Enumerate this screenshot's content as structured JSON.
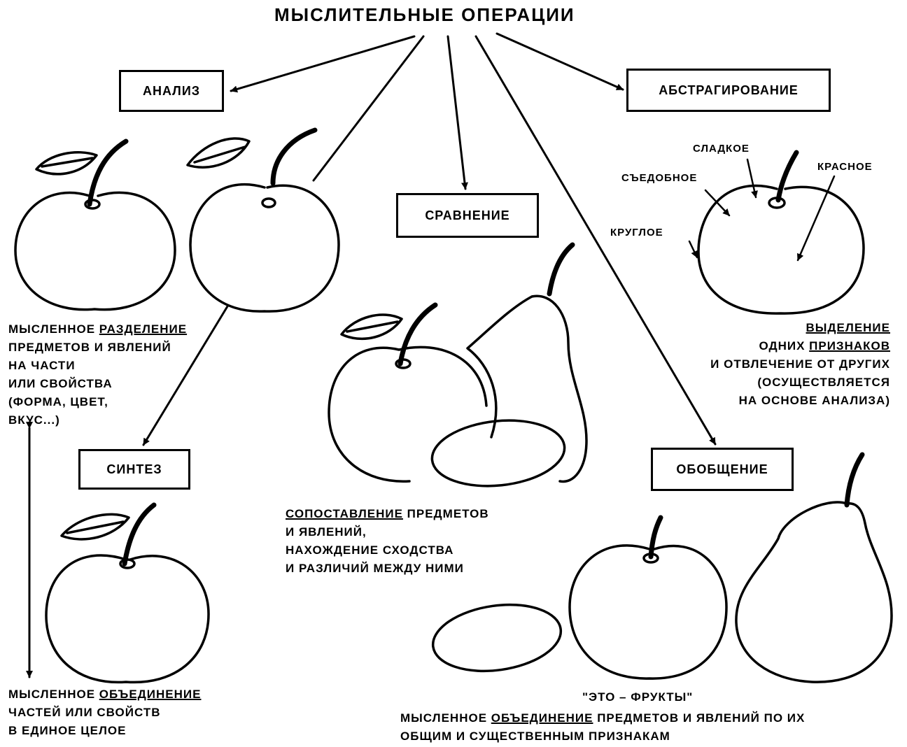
{
  "title": "МЫСЛИТЕЛЬНЫЕ ОПЕРАЦИИ",
  "operations": {
    "analysis": "АНАЛИЗ",
    "synthesis": "СИНТЕЗ",
    "comparison": "СРАВНЕНИЕ",
    "abstraction": "АБСТРАГИРОВАНИЕ",
    "generalization": "ОБОБЩЕНИЕ"
  },
  "analysis_desc": {
    "l1_a": "МЫСЛЕННОЕ ",
    "l1_b": "РАЗДЕЛЕНИЕ",
    "l2": "ПРЕДМЕТОВ И ЯВЛЕНИЙ",
    "l3": "НА ЧАСТИ",
    "l4": "ИЛИ СВОЙСТВА",
    "l5": "(ФОРМА, ЦВЕТ,",
    "l6": "ВКУС...)"
  },
  "synthesis_desc": {
    "l1_a": "МЫСЛЕННОЕ ",
    "l1_b": "ОБЪЕДИНЕНИЕ",
    "l2": "ЧАСТЕЙ ИЛИ СВОЙСТВ",
    "l3": "В ЕДИНОЕ ЦЕЛОЕ"
  },
  "comparison_desc": {
    "l1_a": "СОПОСТАВЛЕНИЕ",
    "l1_b": " ПРЕДМЕТОВ",
    "l2": "И ЯВЛЕНИЙ,",
    "l3": "НАХОЖДЕНИЕ СХОДСТВА",
    "l4": "И РАЗЛИЧИЙ МЕЖДУ НИМИ"
  },
  "abstraction_labels": {
    "sweet": "СЛАДКОЕ",
    "edible": "СЪЕДОБНОЕ",
    "red": "КРАСНОЕ",
    "round": "КРУГЛОЕ"
  },
  "abstraction_desc": {
    "l1": "ВЫДЕЛЕНИЕ",
    "l2_a": "ОДНИХ ",
    "l2_b": "ПРИЗНАКОВ",
    "l3": "И ОТВЛЕЧЕНИЕ ОТ ДРУГИХ",
    "l4": "(ОСУЩЕСТВЛЯЕТСЯ",
    "l5": "НА ОСНОВЕ АНАЛИЗА)"
  },
  "generalization_quote": "\"ЭТО – ФРУКТЫ\"",
  "generalization_desc": {
    "l1_a": "МЫСЛЕННОЕ ",
    "l1_b": "ОБЪЕДИНЕНИЕ",
    "l1_c": " ПРЕДМЕТОВ И ЯВЛЕНИЙ ПО ИХ",
    "l2": "ОБЩИМ И СУЩЕСТВЕННЫМ ПРИЗНАКАМ"
  }
}
